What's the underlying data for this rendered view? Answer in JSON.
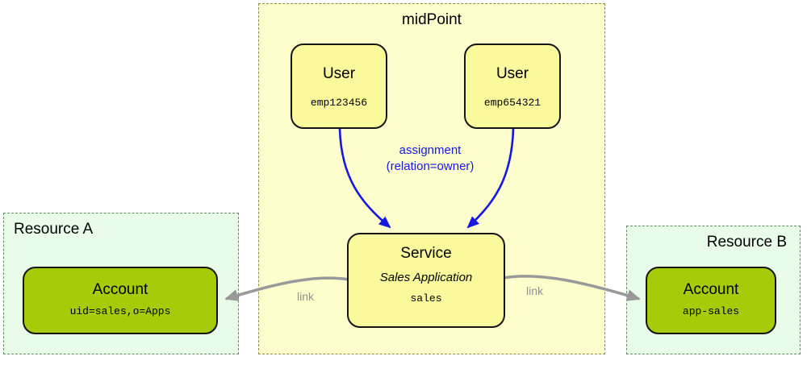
{
  "colors": {
    "assignment_arrow": "#1717DF",
    "link_arrow": "#999999",
    "midpoint_fill": "#FFFFCE",
    "resource_fill": "#E9FBE9",
    "node_yellow_fill": "#FAFA9C",
    "account_green_fill": "#A6CB08"
  },
  "midpoint": {
    "title": "midPoint"
  },
  "users": [
    {
      "type_label": "User",
      "id": "emp123456"
    },
    {
      "type_label": "User",
      "id": "emp654321"
    }
  ],
  "service": {
    "type_label": "Service",
    "display_name": "Sales Application",
    "id": "sales"
  },
  "resource_a": {
    "title": "Resource A",
    "account": {
      "type_label": "Account",
      "id": "uid=sales,o=Apps"
    }
  },
  "resource_b": {
    "title": "Resource B",
    "account": {
      "type_label": "Account",
      "id": "app-sales"
    }
  },
  "labels": {
    "assignment_line1": "assignment",
    "assignment_line2": "(relation=owner)",
    "link_left": "link",
    "link_right": "link"
  }
}
